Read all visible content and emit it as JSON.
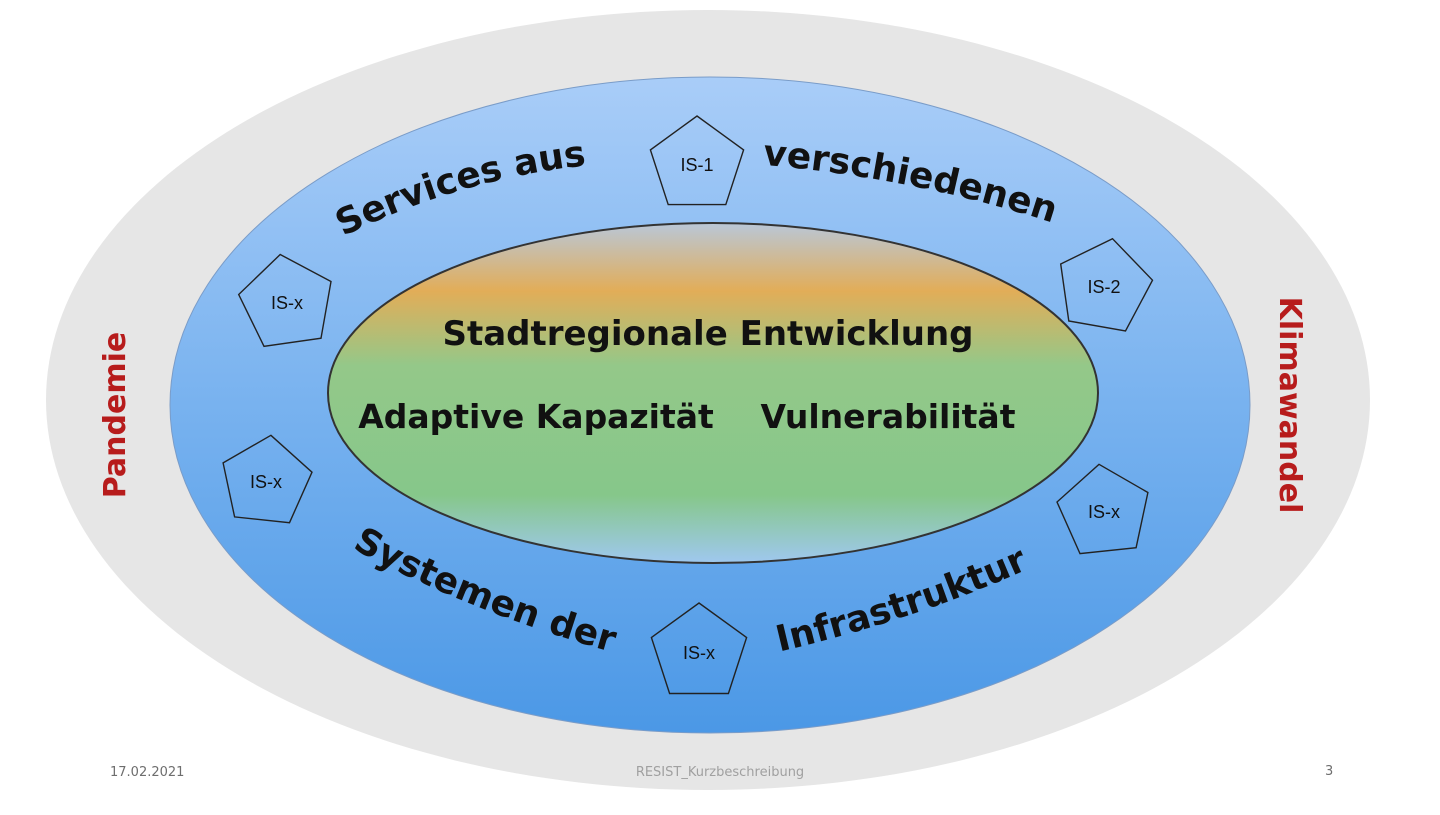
{
  "diagram": {
    "outer_ring": {
      "left_label": "Pandemie",
      "right_label": "Klimawandel"
    },
    "middle_ring": {
      "top_left": "Services aus",
      "top_right": "verschiedenen",
      "bottom_left": "Systemen der",
      "bottom_right": "Infrastruktur"
    },
    "core": {
      "title": "Stadtregionale Entwicklung",
      "left": "Adaptive Kapazität",
      "right": "Vulnerabilität"
    },
    "pentagons": [
      {
        "label": "IS-1"
      },
      {
        "label": "IS-2"
      },
      {
        "label": "IS-x"
      },
      {
        "label": "IS-x"
      },
      {
        "label": "IS-x"
      },
      {
        "label": "IS-x"
      }
    ]
  },
  "footer": {
    "date": "17.02.2021",
    "document": "RESIST_Kurzbeschreibung",
    "page": "3"
  },
  "colors": {
    "outer": "#e6e6e6",
    "middle_top": "#a7cbf7",
    "middle_bottom": "#4e9be8",
    "core_top": "#e3ad55",
    "core_mid": "#8ccb8a",
    "accent_red": "#b71c1c"
  }
}
